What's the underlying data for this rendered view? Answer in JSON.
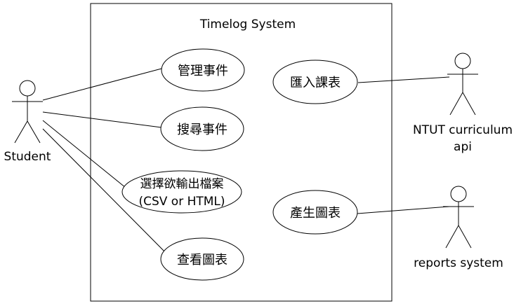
{
  "system": {
    "title": "Timelog System"
  },
  "actors": {
    "student": {
      "label": "Student"
    },
    "ntut_api": {
      "label_line1": "NTUT curriculum",
      "label_line2": "api"
    },
    "reports": {
      "label": "reports system"
    }
  },
  "use_cases": {
    "manage_events": {
      "label": "管理事件"
    },
    "search_events": {
      "label": "搜尋事件"
    },
    "select_export": {
      "label_line1": "選擇欲輸出檔案",
      "label_line2": "(CSV or HTML)"
    },
    "view_charts": {
      "label": "查看圖表"
    },
    "import_schedule": {
      "label": "匯入課表"
    },
    "generate_charts": {
      "label": "產生圖表"
    }
  }
}
